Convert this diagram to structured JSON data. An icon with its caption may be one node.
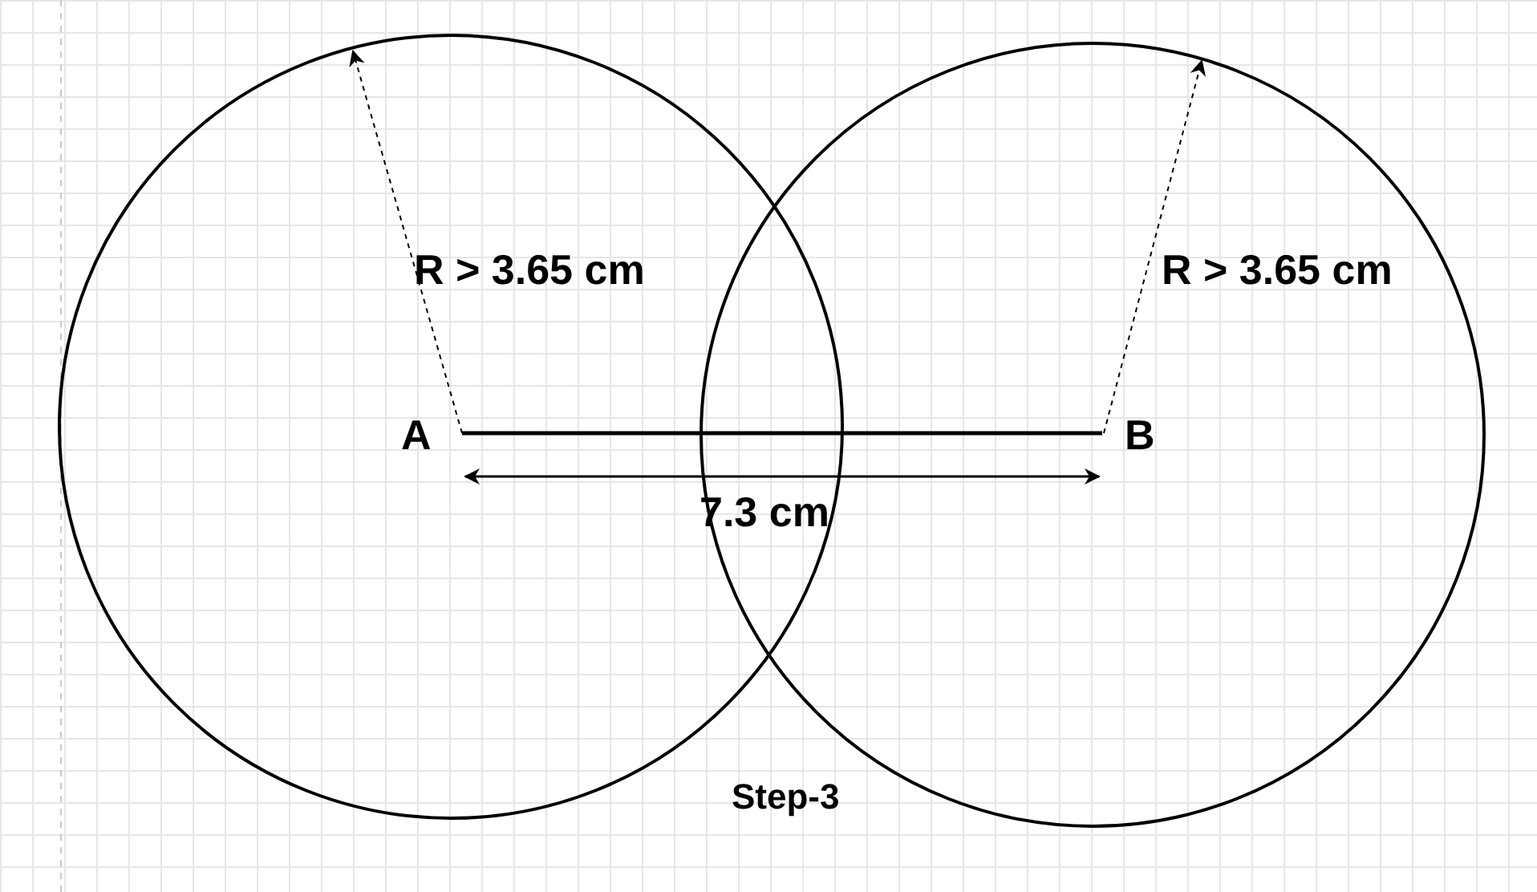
{
  "diagram": {
    "caption": "Step-3",
    "labels": [
      "R > 3.65 cm",
      "A",
      "R > 3.65 cm",
      "B",
      "7.3 cm"
    ]
  }
}
